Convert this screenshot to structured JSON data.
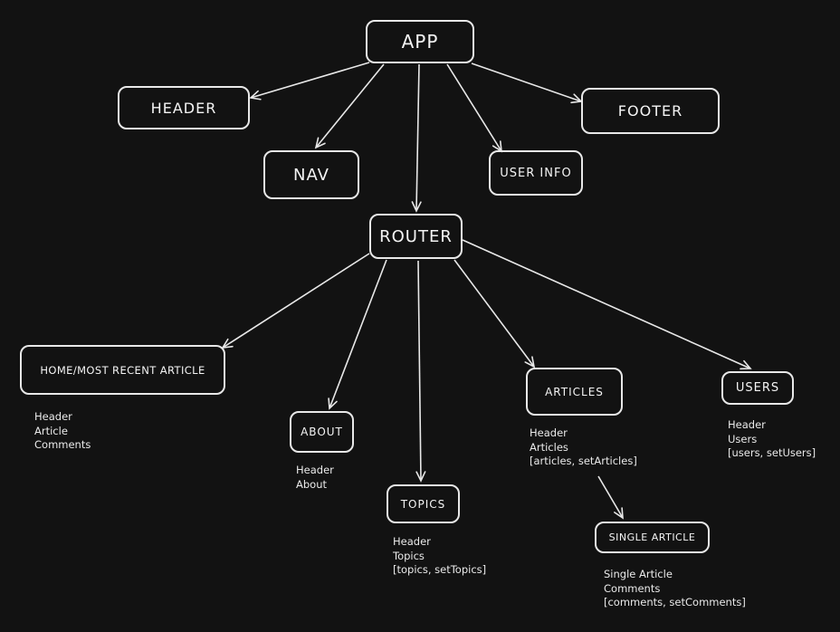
{
  "diagram": {
    "nodes": {
      "app": "APP",
      "header": "HEADER",
      "nav": "NAV",
      "user_info": "USER INFO",
      "footer": "FOOTER",
      "router": "ROUTER",
      "home": "HOME/MOST RECENT ARTICLE",
      "about": "ABOUT",
      "topics": "TOPICS",
      "articles": "ARTICLES",
      "users": "USERS",
      "single_article": "SINGLE ARTICLE"
    },
    "notes": {
      "home": [
        "Header",
        "Article",
        "Comments"
      ],
      "about": [
        "Header",
        "About"
      ],
      "topics": [
        "Header",
        "Topics",
        "[topics, setTopics]"
      ],
      "articles": [
        "Header",
        "Articles",
        "[articles, setArticles]"
      ],
      "users": [
        "Header",
        "Users",
        "[users, setUsers]"
      ],
      "single_article": [
        "Single Article",
        "Comments",
        "[comments, setComments]"
      ]
    },
    "edges": [
      {
        "from": "app",
        "to": "header"
      },
      {
        "from": "app",
        "to": "nav"
      },
      {
        "from": "app",
        "to": "router"
      },
      {
        "from": "app",
        "to": "user_info"
      },
      {
        "from": "app",
        "to": "footer"
      },
      {
        "from": "router",
        "to": "home"
      },
      {
        "from": "router",
        "to": "about"
      },
      {
        "from": "router",
        "to": "topics"
      },
      {
        "from": "router",
        "to": "articles"
      },
      {
        "from": "router",
        "to": "users"
      },
      {
        "from": "articles",
        "to": "single_article"
      }
    ]
  }
}
